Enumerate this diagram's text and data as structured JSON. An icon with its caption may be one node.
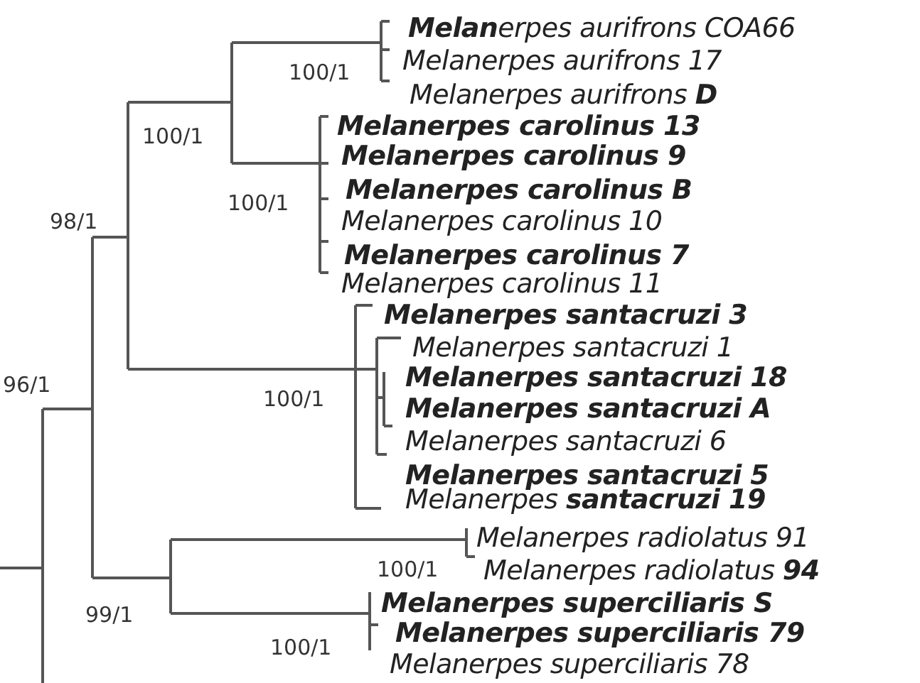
{
  "diagram": {
    "labels": [
      "**Melan**erpes aurifrons COA66",
      "Melanerpes aurifrons 17",
      "Melanerpes aurifrons **D**",
      "Melanerpes carolinus 13",
      "Melanerpes carolinus 9",
      "Melanerpes carolinus B",
      "Melanerpes carolinus 10",
      "Melanerpes carolinus 7",
      "Melanerpes carolinus 11",
      "Melanerpes santacruzi 3",
      "Melanerpes santacruzi 1",
      "Melanerpes santacruzi 18",
      "Melanerpes santacruzi A",
      "Melanerpes santacruzi 6",
      "Melanerpes santacruzi 5",
      "Melanerpes **santacruzi 19**",
      "Melanerpes radiolatus 91",
      "Melanerpes radiolatus **94**",
      "Melanerpes superciliaris S",
      "Melanerpes superciliaris 79",
      "Melanerpes superciliaris 78",
      "100/1",
      "100/1",
      "98/1",
      "100/1",
      "96/1",
      "100/1",
      "100/1",
      "99/1",
      "100/1"
    ]
  }
}
